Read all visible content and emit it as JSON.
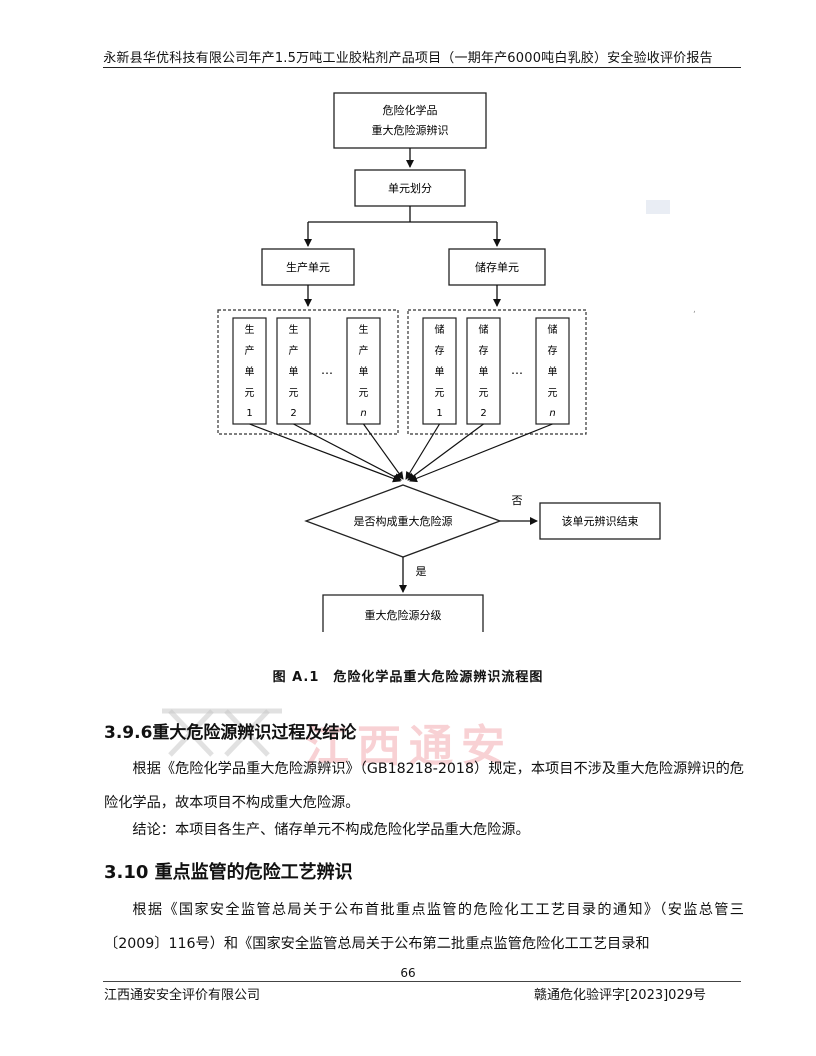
{
  "header": {
    "title": "永新县华优科技有限公司年产1.5万吨工业胶粘剂产品项目（一期年产6000吨白乳胶）安全验收评价报告"
  },
  "flowchart": {
    "top_box_line1": "危险化学品",
    "top_box_line2": "重大危险源辨识",
    "unit_division": "单元划分",
    "production_unit": "生产单元",
    "storage_unit": "储存单元",
    "prod_col1": [
      "生",
      "产",
      "单",
      "元",
      "1"
    ],
    "prod_col2": [
      "生",
      "产",
      "单",
      "元",
      "2"
    ],
    "prod_coln": [
      "生",
      "产",
      "单",
      "元",
      "n"
    ],
    "store_col1": [
      "储",
      "存",
      "单",
      "元",
      "1"
    ],
    "store_col2": [
      "储",
      "存",
      "单",
      "元",
      "2"
    ],
    "store_coln": [
      "储",
      "存",
      "单",
      "元",
      "n"
    ],
    "ellipsis": "…",
    "decision": "是否构成重大危险源",
    "no_label": "否",
    "yes_label": "是",
    "end_box": "该单元辨识结束",
    "grading_box": "重大危险源分级"
  },
  "caption": "图 A.1　危险化学品重大危险源辨识流程图",
  "watermark": "江西通安",
  "section_396": {
    "heading": "3.9.6重大危险源辨识过程及结论",
    "para1": "根据《危险化学品重大危险源辨识》（GB18218-2018）规定，本项目不涉及重大危险源辨识的危险化学品，故本项目不构成重大危险源。",
    "para2": "结论：本项目各生产、储存单元不构成危险化学品重大危险源。"
  },
  "section_310": {
    "heading": "3.10 重点监管的危险工艺辨识",
    "para1": "根据《国家安全监管总局关于公布首批重点监管的危险化工工艺目录的通知》（安监总管三〔2009〕116号）和《国家安全监管总局关于公布第二批重点监管危险化工工艺目录和"
  },
  "footer": {
    "page_number": "66",
    "company": "江西通安安全评价有限公司",
    "doc_number": "赣通危化验评字[2023]029号"
  }
}
